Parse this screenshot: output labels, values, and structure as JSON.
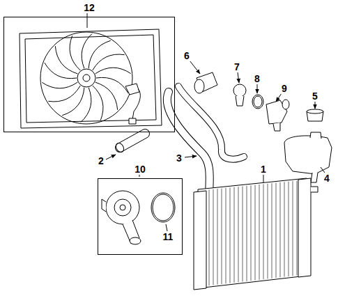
{
  "diagram": {
    "nodes": [
      {
        "text": [
          "12"
        ]
      },
      {
        "text": [
          "10"
        ]
      }
    ],
    "labels": [
      "6",
      "7",
      "8",
      "9",
      "5",
      "2",
      "3",
      "1",
      "4",
      "11"
    ]
  }
}
